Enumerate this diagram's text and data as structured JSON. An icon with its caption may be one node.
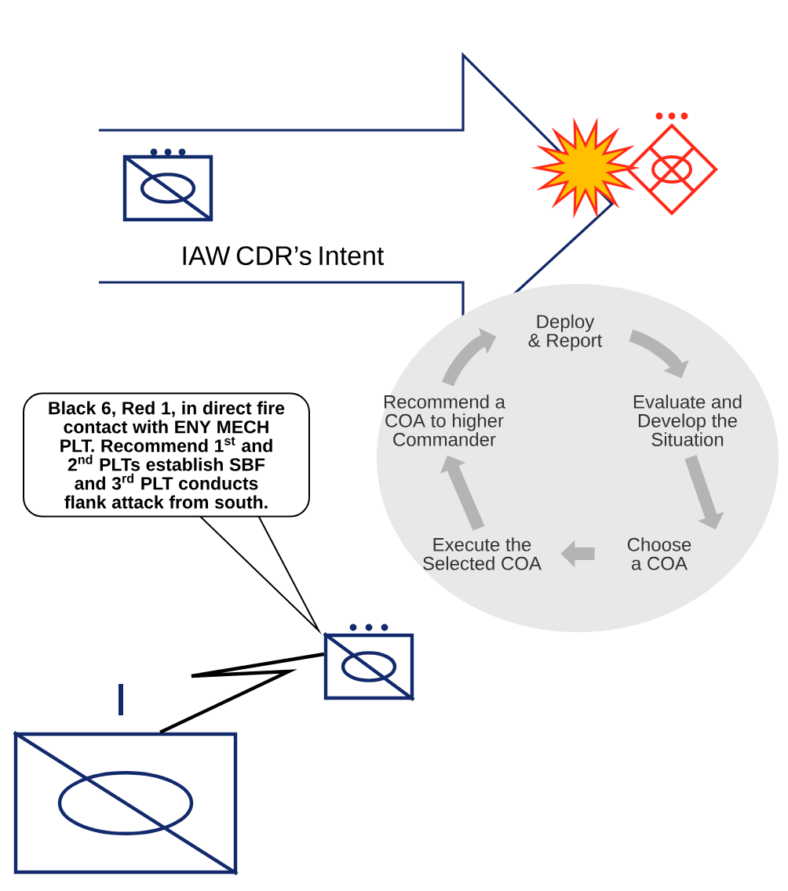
{
  "diagram": {
    "nodes": [
      {
        "text": [
          "IAW CDR’s Intent"
        ]
      },
      {
        "text": [],
        "shape": "ellipse"
      },
      {
        "text": [
          "Deploy & Report"
        ],
        "in": 1
      },
      {
        "text": [
          "Evaluate and Develop the Situation"
        ],
        "in": 1
      },
      {
        "text": [
          "Choose a COA"
        ],
        "in": 1
      },
      {
        "text": [
          "Execute the Selected COA"
        ],
        "in": 1
      },
      {
        "text": [
          "Recommend a COA to higher Commander"
        ],
        "in": 1
      },
      {
        "text": [
          "Black 6, Red 1, in direct fire contact with ENY MECH PLT. Recommend 1$^{st}$ and 2$^{nd}$ PLTs establish SBF and 3$^{rd}$ PLT conducts flank attack from south."
        ]
      },
      {
        "text": [],
        "shape": "box"
      },
      {
        "text": [],
        "shape": "box"
      }
    ],
    "edges": [
      {
        "from": 2,
        "to": 3,
        "arrow": "to"
      },
      {
        "from": 3,
        "to": 4,
        "arrow": "to"
      },
      {
        "from": 4,
        "to": 5,
        "arrow": "to"
      },
      {
        "from": 5,
        "to": 6,
        "arrow": "to"
      },
      {
        "from": 6,
        "to": 2,
        "arrow": "to"
      },
      {
        "from": 8,
        "to": 9,
        "arrow": "none",
        "color": "#000000"
      }
    ]
  }
}
